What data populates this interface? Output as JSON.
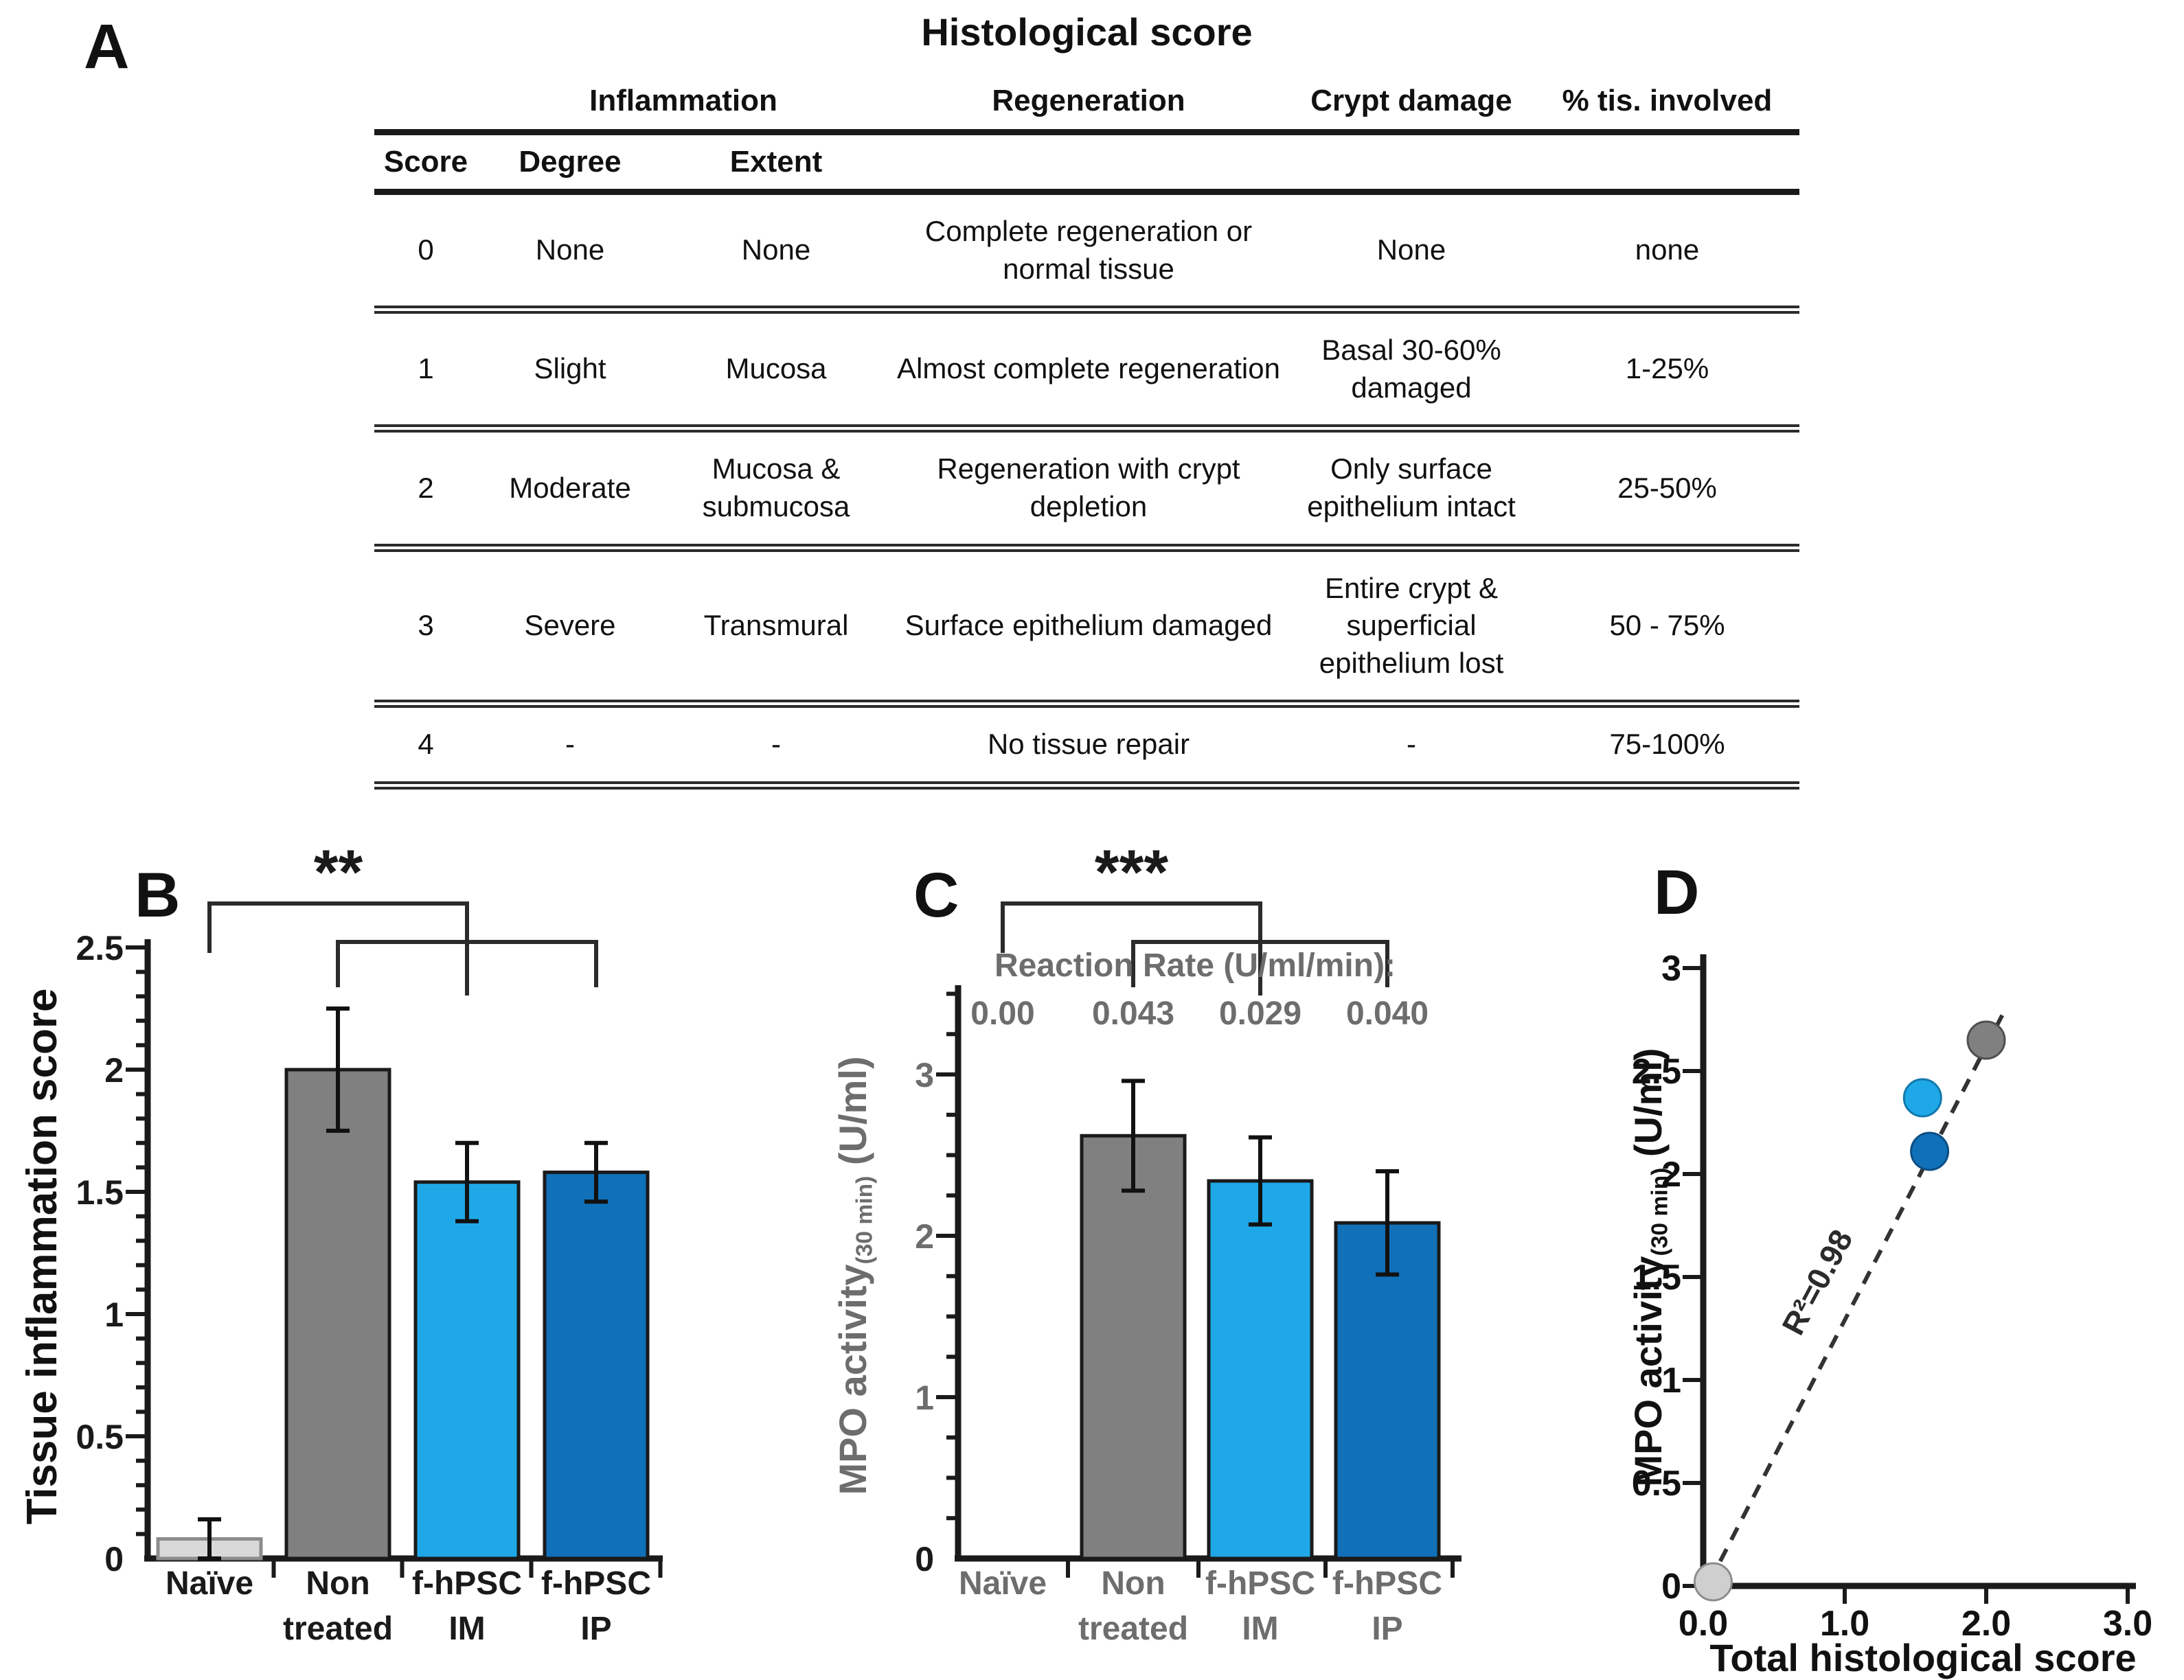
{
  "panel_a": {
    "label": "A",
    "title": "Histological score",
    "table": {
      "group_headers": {
        "inflammation": "Inflammation",
        "regeneration": "Regeneration",
        "crypt_damage": "Crypt damage",
        "tissue_involved": "% tis. involved"
      },
      "sub_headers": {
        "score": "Score",
        "degree": "Degree",
        "extent": "Extent"
      },
      "rows": [
        {
          "score": "0",
          "degree": "None",
          "extent": "None",
          "regeneration": "Complete regeneration or normal tissue",
          "crypt_damage": "None",
          "tissue": "none"
        },
        {
          "score": "1",
          "degree": "Slight",
          "extent": "Mucosa",
          "regeneration": "Almost complete regeneration",
          "crypt_damage": "Basal 30-60% damaged",
          "tissue": "1-25%"
        },
        {
          "score": "2",
          "degree": "Moderate",
          "extent": "Mucosa & submucosa",
          "regeneration": "Regeneration with crypt depletion",
          "crypt_damage": "Only surface epithelium intact",
          "tissue": "25-50%"
        },
        {
          "score": "3",
          "degree": "Severe",
          "extent": "Transmural",
          "regeneration": "Surface epithelium damaged",
          "crypt_damage": "Entire crypt & superficial epithelium lost",
          "tissue": "50 - 75%"
        },
        {
          "score": "4",
          "degree": "-",
          "extent": "-",
          "regeneration": "No tissue repair",
          "crypt_damage": "-",
          "tissue": "75-100%"
        }
      ]
    }
  },
  "chart_data": [
    {
      "id": "B",
      "type": "bar",
      "panel_label": "B",
      "ylabel": "Tissue inflammation score",
      "categories": [
        [
          "Naïve"
        ],
        [
          "Non",
          "treated"
        ],
        [
          "f-hPSC",
          "IM"
        ],
        [
          "f-hPSC",
          "IP"
        ]
      ],
      "values": [
        0.08,
        2.0,
        1.54,
        1.58
      ],
      "errors": [
        0.08,
        0.25,
        0.16,
        0.12
      ],
      "bar_colors": [
        "#d9d9d9",
        "#808080",
        "#1fa8e8",
        "#1070b8"
      ],
      "bar_strokes": [
        "#8c8c8c",
        "#1a1a1a",
        "#1a1a1a",
        "#1a1a1a"
      ],
      "ylim": [
        0,
        2.5
      ],
      "ytick_major": 0.5,
      "ytick_minor": 0.1,
      "ytick_labels": [
        "0",
        "0.5",
        "1",
        "1.5",
        "2",
        "2.5"
      ],
      "significance_label": "**",
      "significance_pairs": [
        [
          "Naïve",
          "f-hPSC IM"
        ],
        [
          "Non treated",
          "f-hPSC IP"
        ]
      ],
      "text_color": "#1a1a1a",
      "grid": false,
      "legend": "none"
    },
    {
      "id": "C",
      "type": "bar",
      "panel_label": "C",
      "ylabel_main": "MPO activity",
      "ylabel_sub": "(30 min)",
      "ylabel_units": " (U/ml)",
      "categories": [
        [
          "Naïve"
        ],
        [
          "Non",
          "treated"
        ],
        [
          "f-hPSC",
          "IM"
        ],
        [
          "f-hPSC",
          "IP"
        ]
      ],
      "values": [
        0,
        2.62,
        2.34,
        2.08
      ],
      "errors": [
        0,
        0.34,
        0.27,
        0.32
      ],
      "bar_colors": [
        "none",
        "#808080",
        "#1fa8e8",
        "#1070b8"
      ],
      "bar_strokes": [
        "none",
        "#1a1a1a",
        "#1a1a1a",
        "#1a1a1a"
      ],
      "ylim": [
        0,
        3
      ],
      "ytick_major": 1,
      "ytick_minor": 0.25,
      "ytick_labels": [
        "0",
        "1",
        "2",
        "3"
      ],
      "significance_label": "***",
      "significance_pairs": [
        [
          "Naïve",
          "f-hPSC IM"
        ],
        [
          "Non treated",
          "f-hPSC IP"
        ]
      ],
      "annotation_title": "Reaction Rate (U/ml/min):",
      "annotation_values": [
        "0.00",
        "0.043",
        "0.029",
        "0.040"
      ],
      "text_color": "#6d6d6d",
      "grid": false,
      "legend": "none"
    },
    {
      "id": "D",
      "type": "scatter",
      "panel_label": "D",
      "xlabel": "Total histological score",
      "ylabel_main": "MPO activity",
      "ylabel_sub": "(30 min)",
      "ylabel_units": " (U/ml)",
      "points": [
        {
          "name": "Naïve",
          "x": 0.07,
          "y": 0.02,
          "color": "#cfcfcf",
          "stroke": "#8c8c8c"
        },
        {
          "name": "f-hPSC IM",
          "x": 1.55,
          "y": 2.37,
          "color": "#1fa8e8",
          "stroke": "#1279ad"
        },
        {
          "name": "f-hPSC IP",
          "x": 1.6,
          "y": 2.11,
          "color": "#1070b8",
          "stroke": "#0b4e83"
        },
        {
          "name": "Non treated",
          "x": 2.0,
          "y": 2.65,
          "color": "#808080",
          "stroke": "#4f4f4f"
        }
      ],
      "trendline": {
        "x1": 0.12,
        "y1": 0.12,
        "x2": 2.12,
        "y2": 2.78,
        "style": "dashed",
        "r2_label": "R²=0.98"
      },
      "xlim": [
        0,
        3
      ],
      "xtick_labels": [
        "0.0",
        "1.0",
        "2.0",
        "3.0"
      ],
      "ylim": [
        0,
        3
      ],
      "ytick_labels": [
        "0",
        "0.5",
        "1",
        "1.5",
        "2",
        "2.5",
        "3"
      ],
      "grid": false,
      "legend": "none"
    }
  ]
}
